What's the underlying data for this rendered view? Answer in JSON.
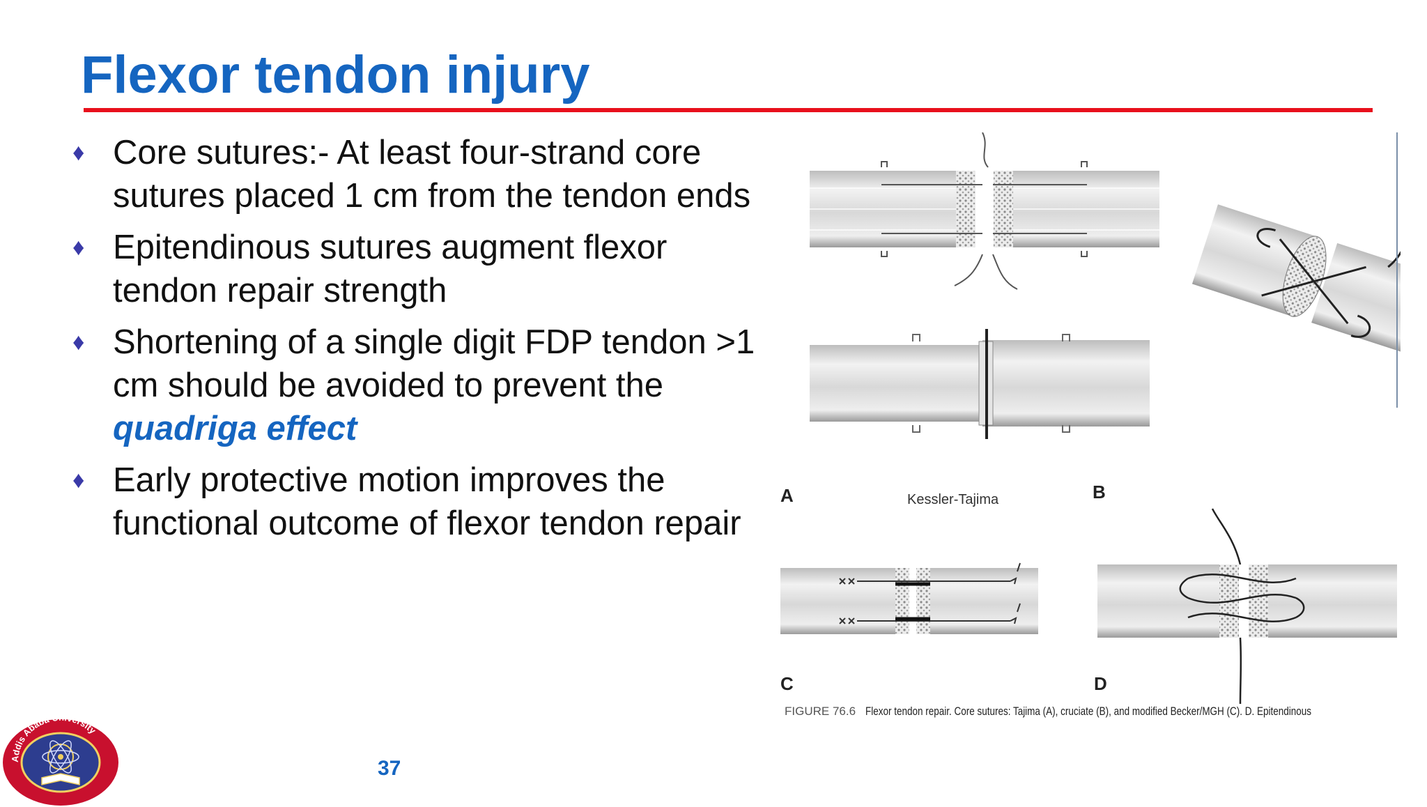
{
  "slide": {
    "title": "Flexor tendon injury",
    "page_number": "37"
  },
  "bullets": [
    {
      "text": "Core sutures:- At least four-strand core sutures placed 1 cm from the tendon ends"
    },
    {
      "text": "Epitendinous sutures augment flexor tendon repair strength"
    },
    {
      "text": "Shortening of a single digit FDP tendon >1 cm should be avoided to prevent the",
      "emphasis": "quadriga effect"
    },
    {
      "text": "Early protective motion improves the functional outcome of flexor tendon repair"
    }
  ],
  "figure": {
    "label_a": "A",
    "label_a_name": "Kessler-Tajima",
    "label_b": "B",
    "label_c": "C",
    "label_d": "D",
    "caption_number": "FIGURE 76.6",
    "caption_text": "Flexor tendon repair. Core sutures: Tajima (A), cruciate (B), and modified Becker/MGH (C). D. Epitendinous"
  },
  "logo": {
    "text": "Addis Ababa University",
    "icon": "university-seal-icon"
  },
  "colors": {
    "title": "#1565c0",
    "rule": "#e8101c",
    "bullet": "#3a3aa8",
    "emphasis": "#1565c0",
    "seal": "#c8102e"
  }
}
